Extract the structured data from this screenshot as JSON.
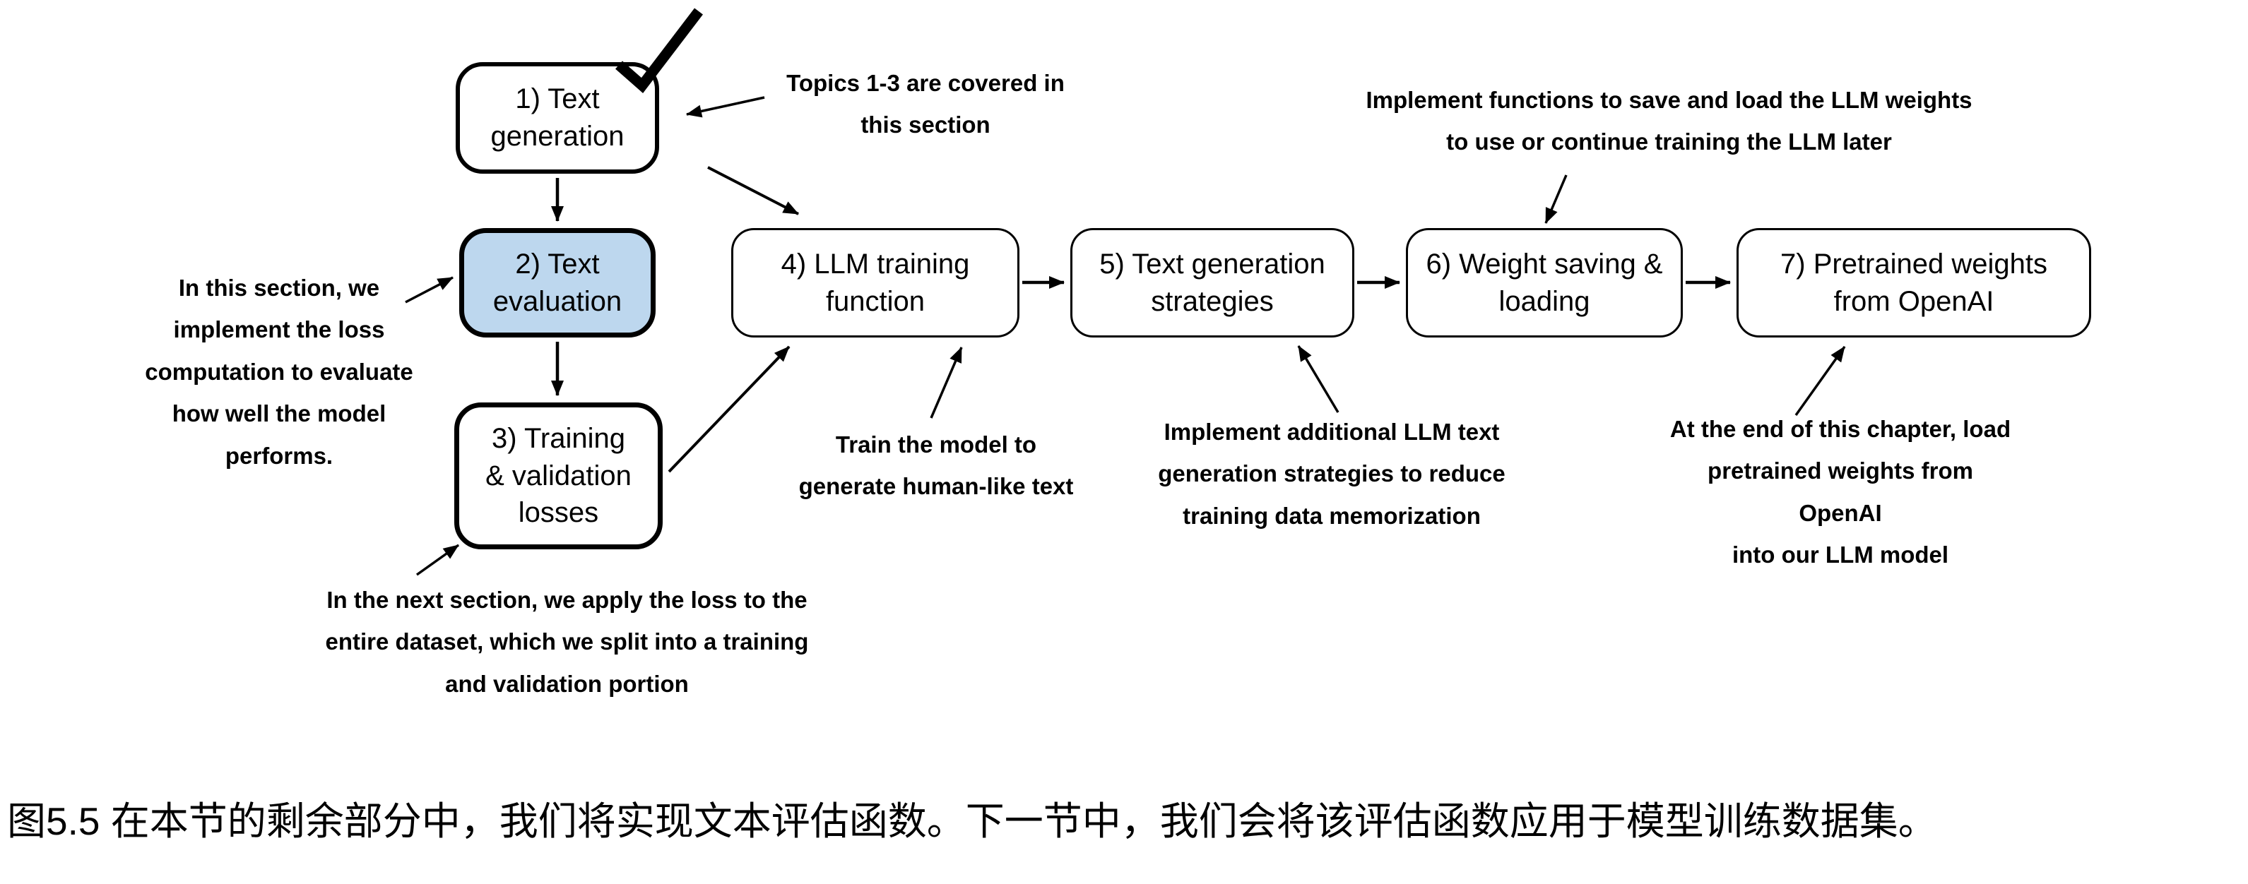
{
  "colors": {
    "highlight_fill": "#bdd7ee",
    "ink": "#000000"
  },
  "boxes": [
    {
      "label": "1) Text\ngeneration"
    },
    {
      "label": "2) Text\nevaluation"
    },
    {
      "label": "3) Training\n& validation\nlosses"
    },
    {
      "label": "4) LLM training\nfunction"
    },
    {
      "label": "5) Text generation\nstrategies"
    },
    {
      "label": "6) Weight saving &\nloading"
    },
    {
      "label": "7) Pretrained weights\nfrom OpenAI"
    }
  ],
  "annotations": {
    "topics": "Topics 1-3 are covered in\nthis section",
    "loss": "In this section, we\nimplement the loss\ncomputation to evaluate\nhow well the model\nperforms.",
    "dataset": "In the next section, we apply the loss to the\nentire dataset, which we split into a training\nand validation portion",
    "train": "Train the model to\ngenerate human-like text",
    "strategies": "Implement additional LLM text\ngeneration strategies to reduce\ntraining data memorization",
    "weights": "Implement functions to save and load the LLM weights\nto use or continue training the LLM later",
    "openai": "At the end of this chapter, load\npretrained weights from OpenAI\ninto our LLM model"
  },
  "caption": "图5.5 在本节的剩余部分中，我们将实现文本评估函数。下一节中，我们会将该评估函数应用于模型训练数据集。"
}
